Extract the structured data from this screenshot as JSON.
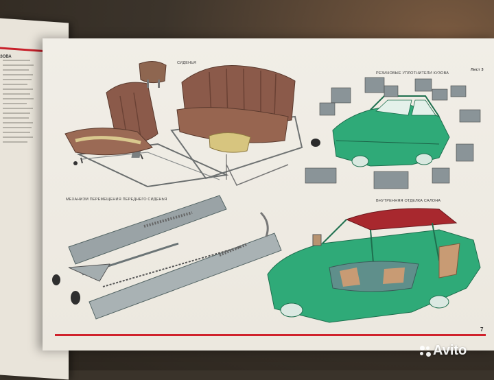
{
  "photo": {
    "subject": "",
    "left_page_heading": "ЗОВА",
    "labels": {
      "seats": "СИДЕНЬЯ",
      "seals": "РЕЗИНОВЫЕ УПЛОТНИТЕЛИ КУЗОВА",
      "sheet": "Лист 3",
      "slide_mechanism": "МЕХАНИЗМ ПЕРЕМЕЩЕНИЯ ПЕРЕДНЕГО СИДЕНЬЯ",
      "interior_trim": "ВНУТРЕННЯЯ ОТДЕЛКА САЛОНА"
    },
    "page_number": "7",
    "watermark": "Avito"
  },
  "colors": {
    "page_rule": "#d0222c",
    "seat_brown": "#8b5a4a",
    "car_green": "#2faa78",
    "roof_red": "#a8282e"
  }
}
